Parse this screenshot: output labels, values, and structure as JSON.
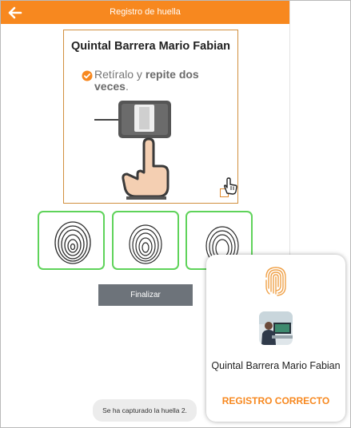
{
  "header": {
    "title": "Registro de huella",
    "back_icon": "arrow-left-icon",
    "color": "#f7881f"
  },
  "capture_card": {
    "person_name": "Quintal Barrera Mario Fabian",
    "instruction_prefix": "Retíralo y ",
    "instruction_bold": "repite dos veces",
    "instruction_suffix": ".",
    "check_icon": "check-circle-icon",
    "illustration": "finger-scanner-illustration"
  },
  "fingerprints": [
    {
      "name": "huella-1",
      "captured": true
    },
    {
      "name": "huella-2",
      "captured": true
    },
    {
      "name": "huella-3",
      "captured": true
    }
  ],
  "actions": {
    "finalize_label": "Finalizar"
  },
  "toast": {
    "message": "Se ha capturado la huella 2."
  },
  "result_popup": {
    "icon": "fingerprint-icon",
    "person_name": "Quintal Barrera Mario Fabian",
    "status": "REGISTRO CORRECTO",
    "status_color": "#f7881f"
  },
  "colors": {
    "accent": "#f7881f",
    "success_border": "#5fd35a",
    "button": "#6d737a"
  }
}
